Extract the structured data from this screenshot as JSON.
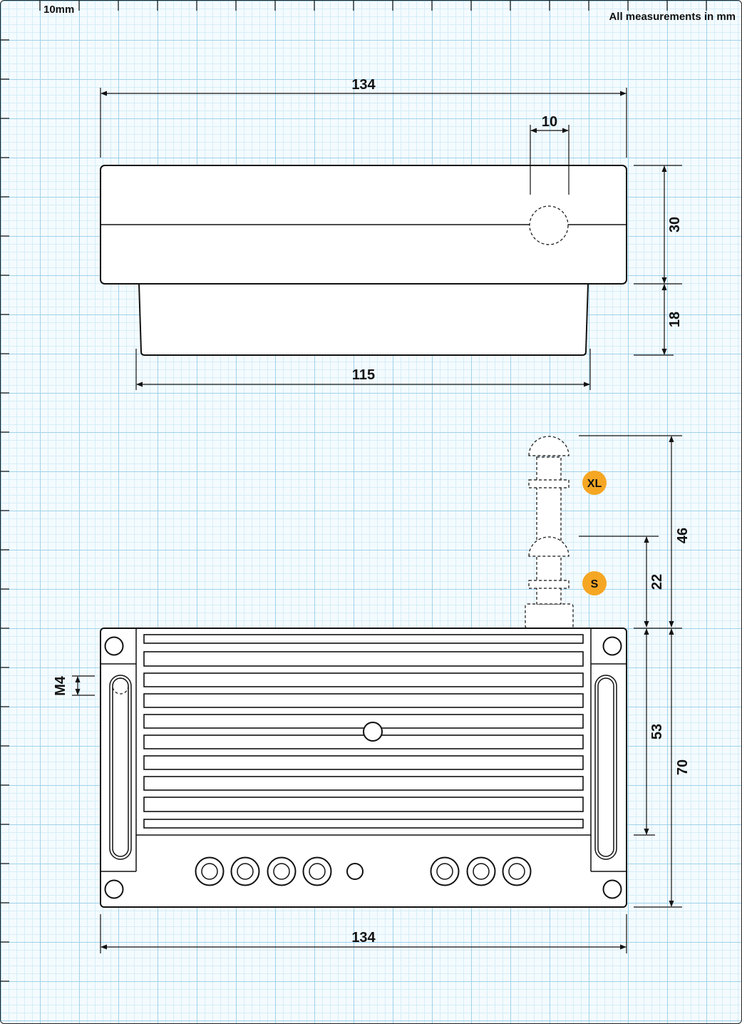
{
  "scale_label": "10mm",
  "units_note": "All measurements in mm",
  "side_view": {
    "width_top": "134",
    "width_bottom": "115",
    "hole_diameter": "10",
    "height_upper": "30",
    "height_lower": "18"
  },
  "top_view": {
    "width": "134",
    "height_total": "70",
    "height_inner": "53",
    "mount_thread": "M4",
    "antenna_xl_height": "46",
    "antenna_s_height": "22",
    "badge_xl": "XL",
    "badge_s": "S"
  },
  "colors": {
    "grid_major": "#9fd2ea",
    "grid_minor": "#d6edf7",
    "badge": "#f5a623",
    "ink": "#111111"
  }
}
